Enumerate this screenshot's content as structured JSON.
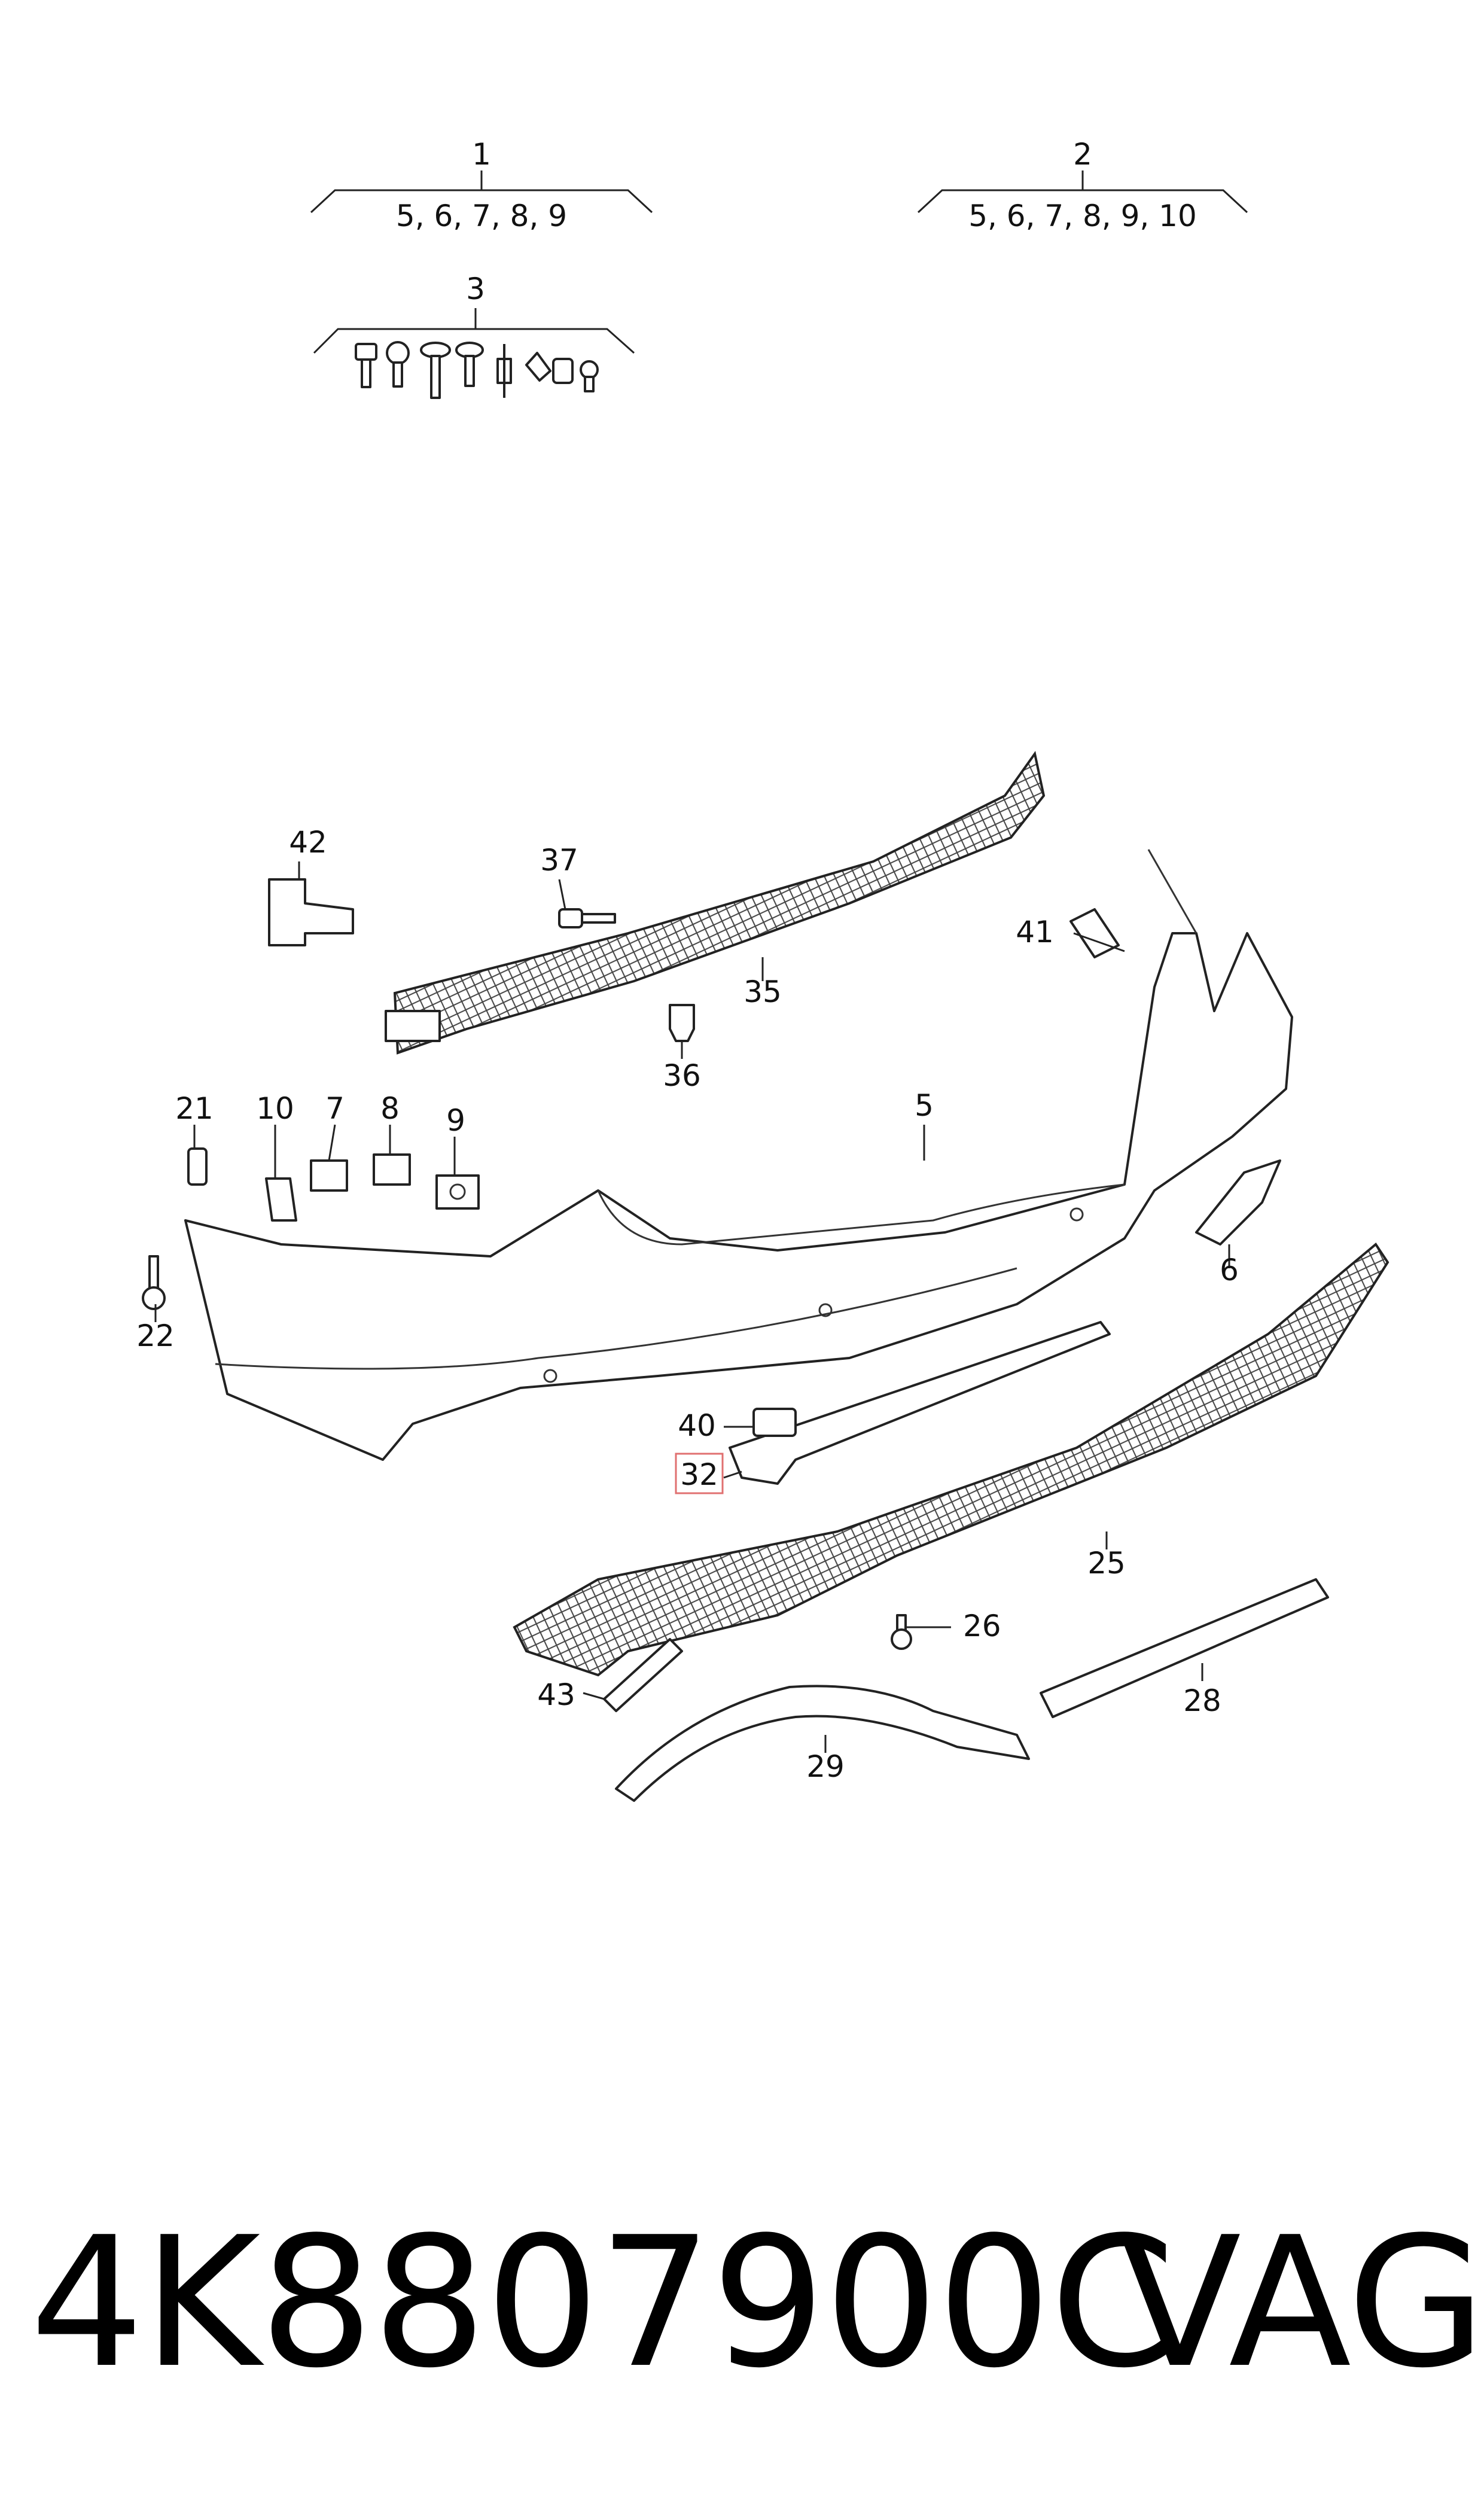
{
  "callouts": [
    {
      "id": "1",
      "text": "1"
    },
    {
      "id": "1-sub",
      "text": "5, 6, 7, 8, 9"
    },
    {
      "id": "2",
      "text": "2"
    },
    {
      "id": "2-sub",
      "text": "5, 6, 7, 8, 9, 10"
    },
    {
      "id": "3",
      "text": "3"
    },
    {
      "id": "42",
      "text": "42"
    },
    {
      "id": "37",
      "text": "37"
    },
    {
      "id": "35",
      "text": "35"
    },
    {
      "id": "41",
      "text": "41"
    },
    {
      "id": "36",
      "text": "36"
    },
    {
      "id": "21",
      "text": "21"
    },
    {
      "id": "10",
      "text": "10"
    },
    {
      "id": "7",
      "text": "7"
    },
    {
      "id": "8",
      "text": "8"
    },
    {
      "id": "9",
      "text": "9"
    },
    {
      "id": "5",
      "text": "5"
    },
    {
      "id": "6",
      "text": "6"
    },
    {
      "id": "22",
      "text": "22"
    },
    {
      "id": "40",
      "text": "40"
    },
    {
      "id": "32",
      "text": "32"
    },
    {
      "id": "25",
      "text": "25"
    },
    {
      "id": "26",
      "text": "26"
    },
    {
      "id": "43",
      "text": "43"
    },
    {
      "id": "29",
      "text": "29"
    },
    {
      "id": "28",
      "text": "28"
    }
  ],
  "highlighted_callout": "32",
  "highlight_color": "#e07070",
  "footer": {
    "part_number": "4K8807900C",
    "brand": "VAG"
  }
}
